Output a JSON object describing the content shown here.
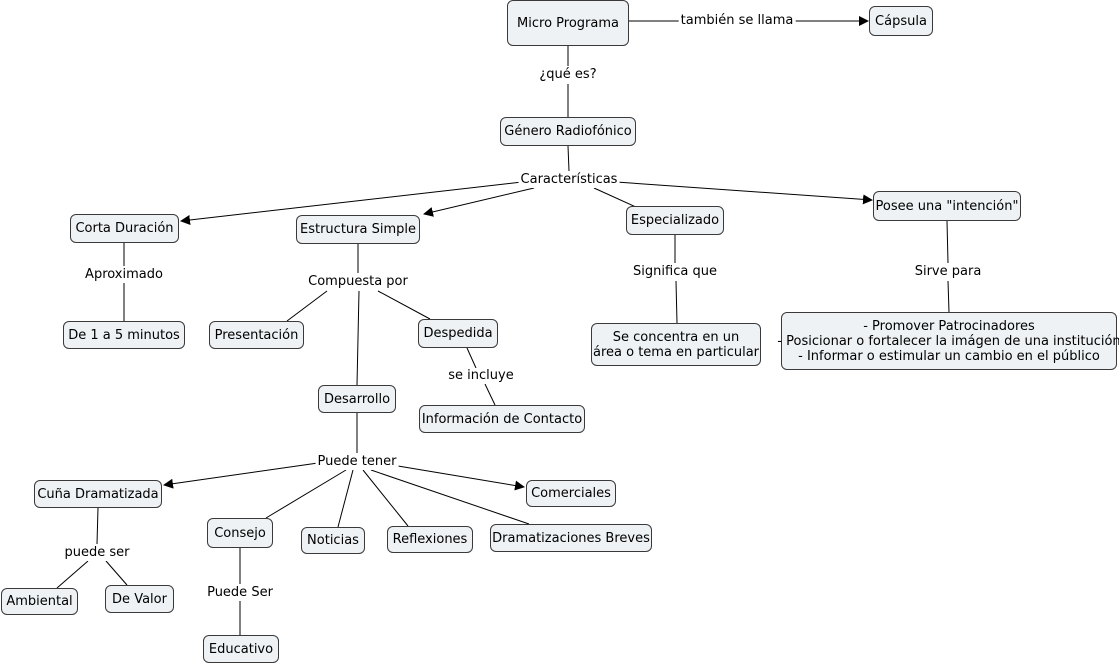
{
  "nodes": {
    "micro_programa": "Micro Programa",
    "capsula": "Cápsula",
    "genero_radiofonico": "Género Radiofónico",
    "corta_duracion": "Corta Duración",
    "estructura_simple": "Estructura Simple",
    "especializado": "Especializado",
    "intencion": "Posee una \"intención\"",
    "de_1_a_5": "De 1 a 5 minutos",
    "presentacion": "Presentación",
    "despedida": "Despedida",
    "se_concentra": [
      "Se concentra en un",
      "área o tema en particular"
    ],
    "promover": [
      "- Promover Patrocinadores",
      "- Posicionar o fortalecer la imágen de una institución",
      "- Informar o estimular un cambio en el público"
    ],
    "desarrollo": "Desarrollo",
    "info_contacto": "Información de Contacto",
    "cuna_dramatizada": "Cuña Dramatizada",
    "comerciales": "Comerciales",
    "consejo": "Consejo",
    "noticias": "Noticias",
    "reflexiones": "Reflexiones",
    "dramatizaciones": "Dramatizaciones Breves",
    "ambiental": "Ambiental",
    "de_valor": "De Valor",
    "educativo": "Educativo"
  },
  "links": {
    "tambien_se_llama": "también se llama",
    "que_es": "¿qué es?",
    "caracteristicas": "Características",
    "aproximado": "Aproximado",
    "compuesta_por": "Compuesta por",
    "significa_que": "Significa que",
    "sirve_para": "Sirve para",
    "se_incluye": "se incluye",
    "puede_tener": "Puede tener",
    "puede_ser": "puede ser",
    "puede_ser_cap": "Puede Ser"
  },
  "colors": {
    "node_fill": "#eef2f5",
    "node_border": "#3a3a3a",
    "line": "#000000"
  }
}
